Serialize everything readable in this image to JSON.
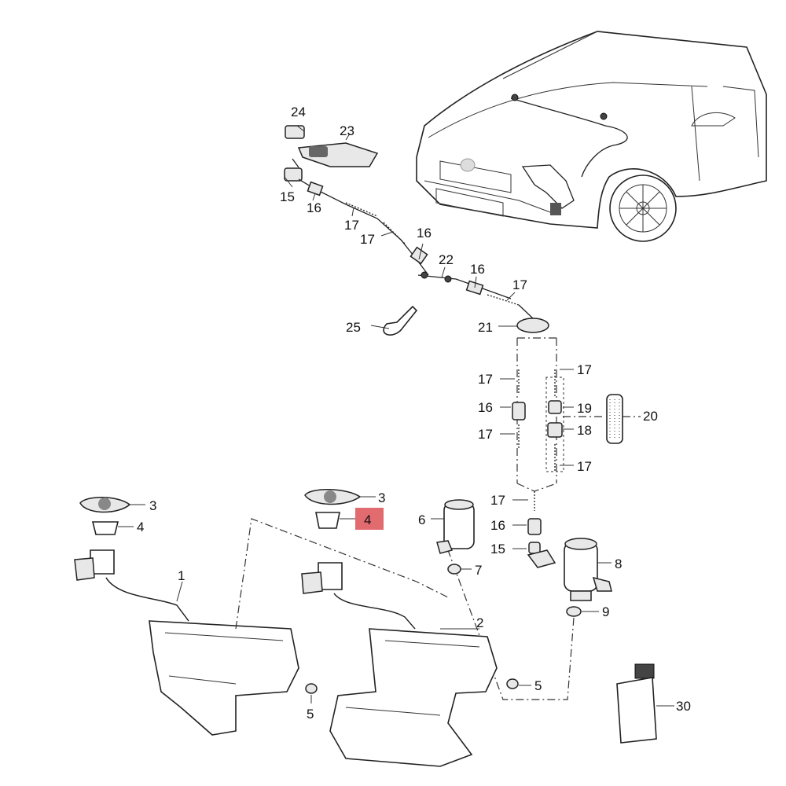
{
  "highlight_color": "#e26b6f",
  "labels": {
    "p24": "24",
    "p23": "23",
    "p15a": "15",
    "p16a": "16",
    "p17a": "17",
    "p17b": "17",
    "p16b": "16",
    "p22": "22",
    "p16c": "16",
    "p17c": "17",
    "p25": "25",
    "p21": "21",
    "p17d": "17",
    "p17e": "17",
    "p16d": "16",
    "p19": "19",
    "p20": "20",
    "p17f": "17",
    "p18": "18",
    "p17g": "17",
    "p3a": "3",
    "p4a": "4",
    "p3b": "3",
    "p4b": "4",
    "p6": "6",
    "p17h": "17",
    "p16e": "16",
    "p15b": "15",
    "p7": "7",
    "p8": "8",
    "p1": "1",
    "p9": "9",
    "p2": "2",
    "p5a": "5",
    "p5b": "5",
    "p30": "30"
  }
}
